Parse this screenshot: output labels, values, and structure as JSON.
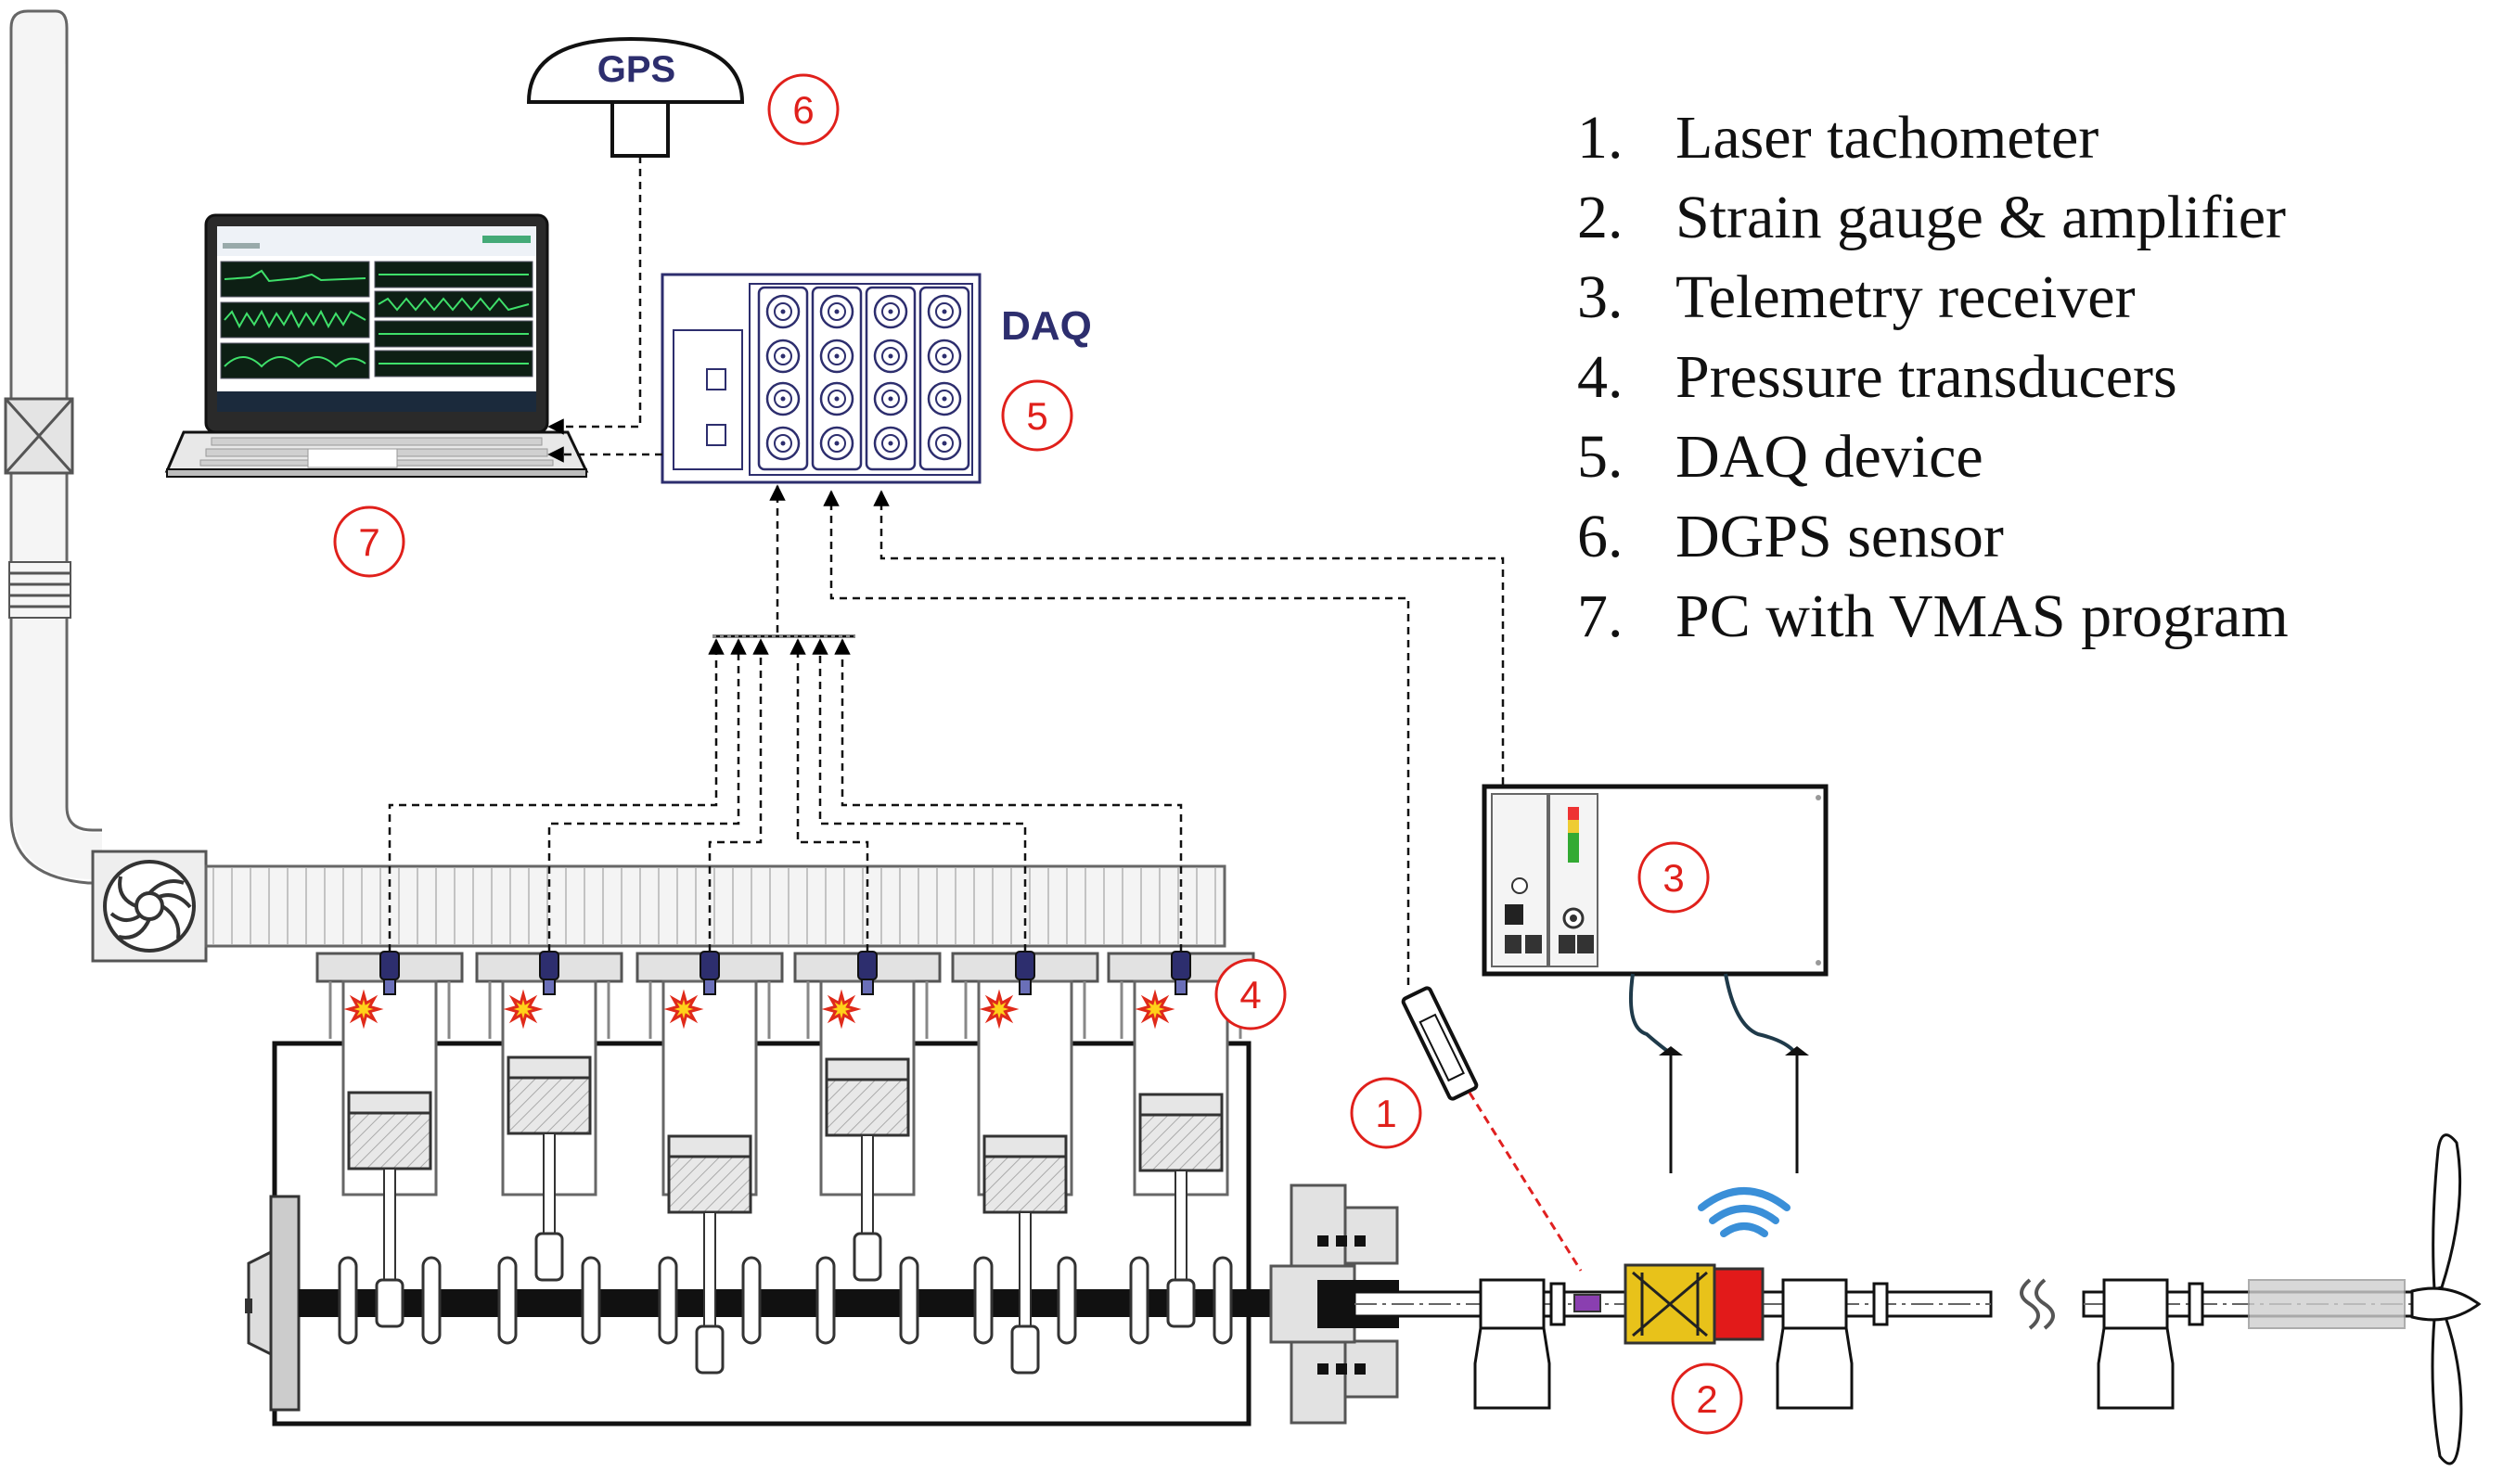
{
  "gps": {
    "label": "GPS"
  },
  "daq": {
    "label": "DAQ"
  },
  "markers": [
    "1",
    "2",
    "3",
    "4",
    "5",
    "6",
    "7"
  ],
  "legend": {
    "items": [
      {
        "num": "1.",
        "text": "Laser tachometer"
      },
      {
        "num": "2.",
        "text": "Strain gauge & amplifier"
      },
      {
        "num": "3.",
        "text": "Telemetry receiver"
      },
      {
        "num": "4.",
        "text": "Pressure transducers"
      },
      {
        "num": "5.",
        "text": "DAQ device"
      },
      {
        "num": "6.",
        "text": "DGPS sensor"
      },
      {
        "num": "7.",
        "text": "PC with VMAS program"
      }
    ]
  },
  "colors": {
    "marker": "#e0201b",
    "daq_text": "#2d2e6e",
    "wifi": "#3a8fd8",
    "amplifier": "#e21a1a",
    "gauge": "#e8c21a",
    "laser": "#e02020"
  }
}
